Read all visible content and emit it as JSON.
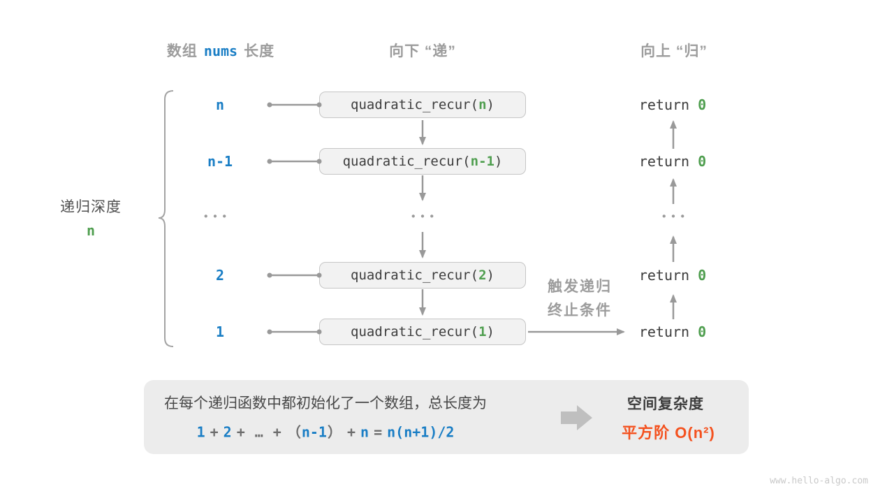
{
  "diagram": {
    "headers": {
      "left_prefix": "数组",
      "left_code": "nums",
      "left_suffix": "长度",
      "middle": "向下 “递”",
      "right": "向上 “归”"
    },
    "depth_axis": {
      "label": "递归深度",
      "value": "n"
    },
    "function_name": "quadratic_recur",
    "paren_open": "(",
    "paren_close": ")",
    "return_keyword": "return",
    "rows": [
      {
        "depth": "n",
        "arg": "n",
        "ret": "0"
      },
      {
        "depth": "n-1",
        "arg": "n-1",
        "ret": "0"
      },
      {
        "ellipsis": "•••"
      },
      {
        "depth": "2",
        "arg": "2",
        "ret": "0"
      },
      {
        "depth": "1",
        "arg": "1",
        "ret": "0"
      }
    ],
    "base_case": {
      "line1": "触发递归",
      "line2": "终止条件"
    },
    "summary": {
      "description": "在每个递归函数中都初始化了一个数组，总长度为",
      "formula": {
        "t0": "1",
        "t1": "+",
        "t2": "2",
        "t3": "+",
        "t4": "…",
        "t5": "+",
        "t6": "（",
        "t7": "n-1",
        "t8": "）",
        "t9": "+",
        "t10": "n",
        "t11": "=",
        "t12": "n(n+1)/2"
      },
      "complexity_title": "空间复杂度",
      "complexity_value": "平方阶 O(n²)"
    },
    "watermark": "www.hello-algo.com",
    "colors": {
      "blue": "#1a7ec5",
      "green": "#4f9e4f",
      "orange": "#f4511e",
      "gray": "#9c9c9c",
      "dark": "#3c3c3c",
      "box_bg": "#f2f2f2",
      "panel_bg": "#ececec"
    }
  }
}
